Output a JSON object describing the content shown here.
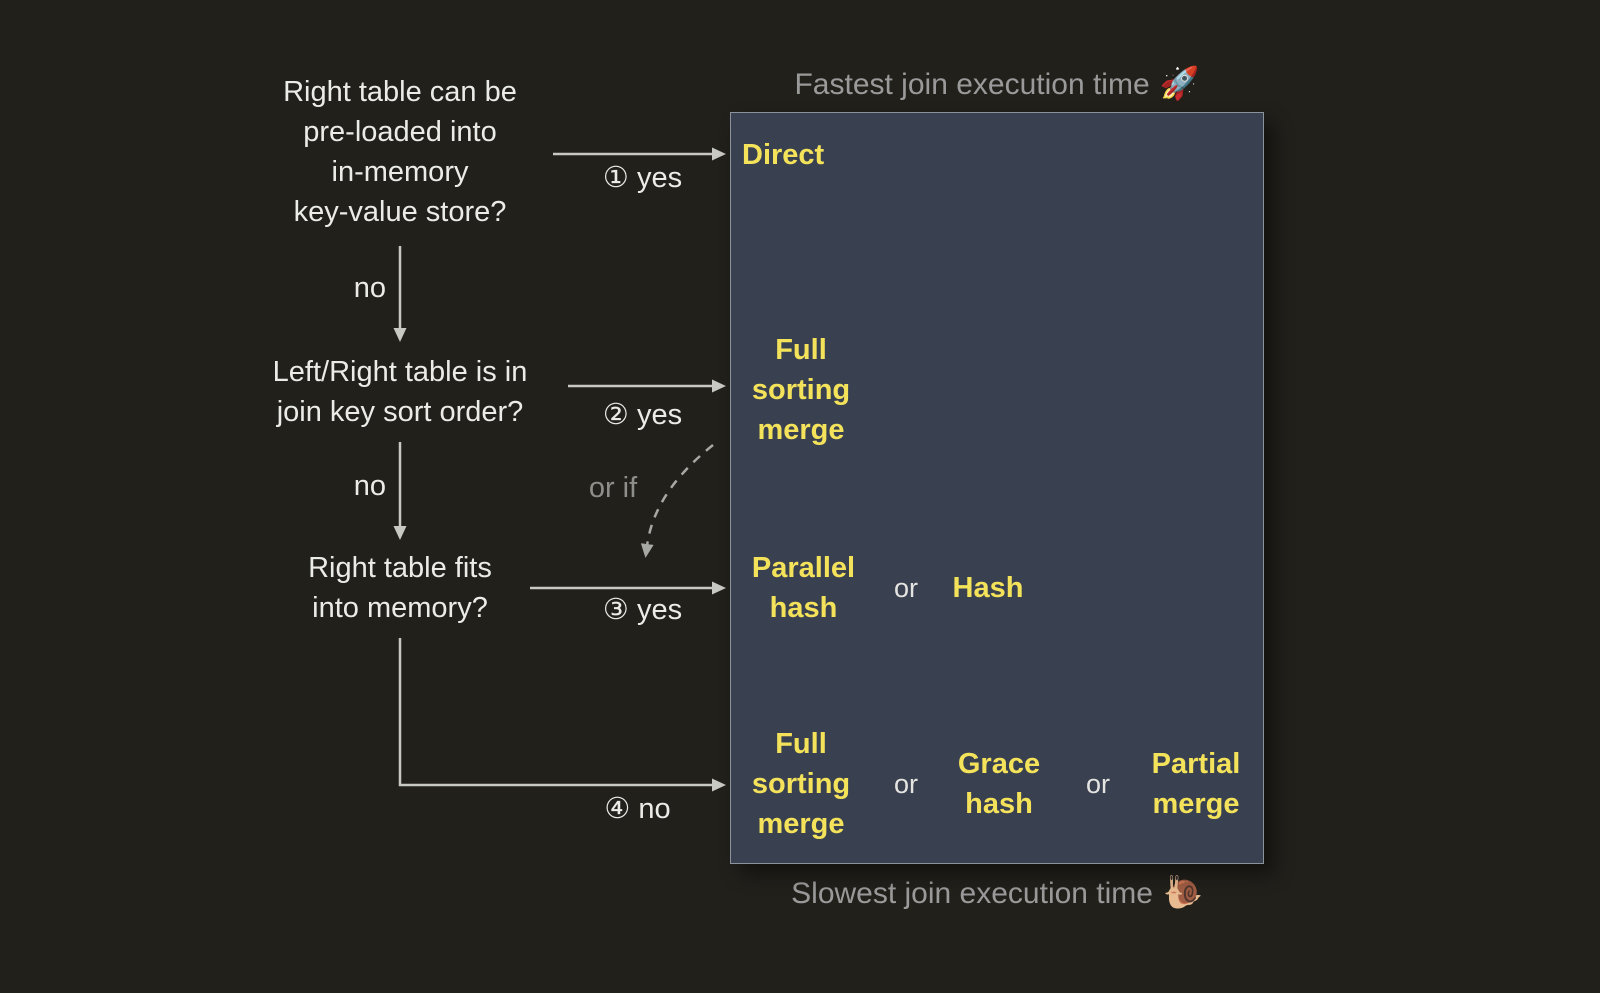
{
  "colors": {
    "background": "#21201b",
    "panel_background": "#394050",
    "panel_border": "#8c929b",
    "algorithm_yellow": "#f4e35a",
    "question_white": "#ebebe8",
    "caption_gray": "#9a9a9a",
    "arrow_gray": "#c9c9c4"
  },
  "top_caption": {
    "text": "Fastest join execution time",
    "icon": "🚀"
  },
  "bottom_caption": {
    "text": "Slowest join execution time",
    "icon": "🐌"
  },
  "questions": {
    "q1": "Right table can be\npre-loaded into\nin-memory\nkey-value store?",
    "q2": "Left/Right table is in\njoin key sort order?",
    "q3": "Right table fits\ninto memory?"
  },
  "edge_labels": {
    "no_1": "no",
    "no_2": "no",
    "yes_1": "① yes",
    "yes_2": "② yes",
    "yes_3": "③ yes",
    "no_4": "④ no",
    "or_if": "or if"
  },
  "panel": {
    "direct": "Direct",
    "full_sorting_merge_1": "Full\nsorting\nmerge",
    "parallel_hash": "Parallel\nhash",
    "or_a": "or",
    "hash": "Hash",
    "full_sorting_merge_2": "Full\nsorting\nmerge",
    "or_b": "or",
    "grace_hash": "Grace\nhash",
    "or_c": "or",
    "partial_merge": "Partial\nmerge"
  }
}
